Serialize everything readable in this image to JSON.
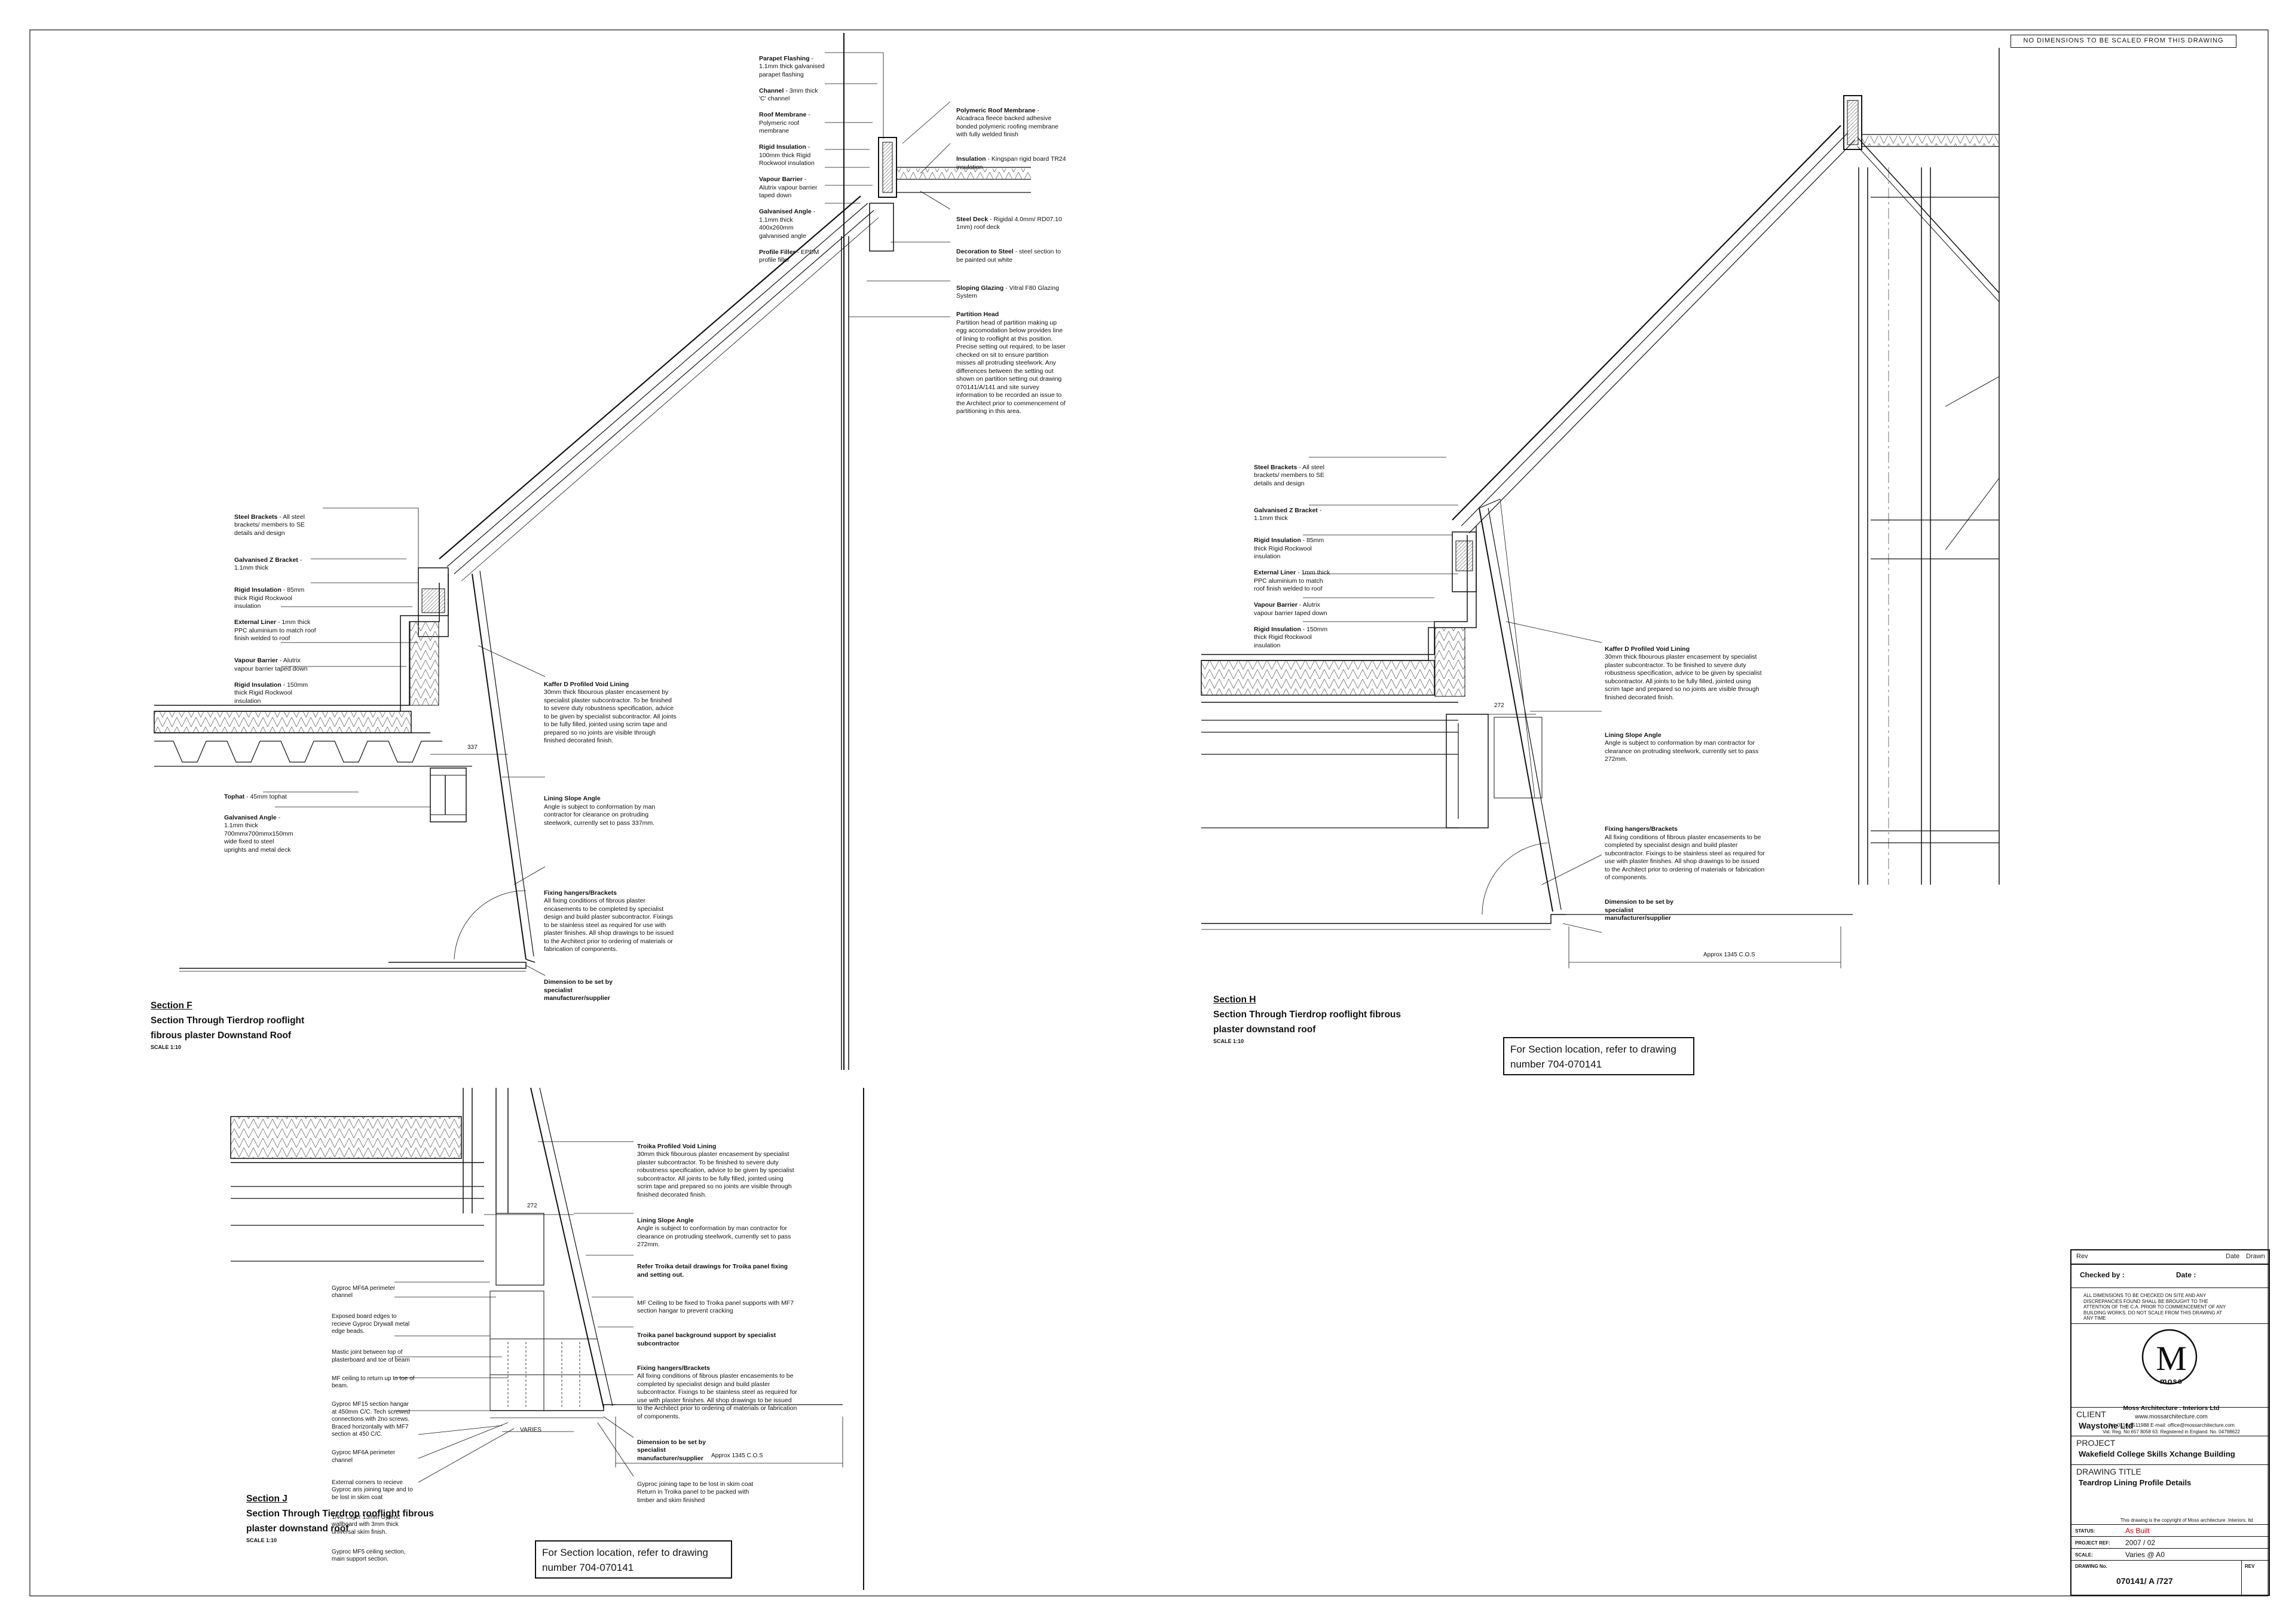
{
  "header": {
    "no_dimensions_note": "NO DIMENSIONS TO BE SCALED FROM THIS DRAWING"
  },
  "section_f": {
    "label": "Section F",
    "title_line1": "Section Through Tierdrop rooflight",
    "title_line2": "fibrous plaster Downstand Roof",
    "scale": "SCALE 1:10",
    "dimension_337": "337",
    "notes_top": [
      {
        "head": "Parapet Flashing",
        "text": " - 1.1mm thick galvanised parapet flashing"
      },
      {
        "head": "Channel",
        "text": " - 3mm thick 'C' channel"
      },
      {
        "head": "Roof Membrane",
        "text": " - Polymeric roof membrane"
      },
      {
        "head": "Rigid Insulation",
        "text": " - 100mm thick Rigid Rockwool insulation"
      },
      {
        "head": "Vapour Barrier",
        "text": " - Alutrix vapour barrier taped down"
      },
      {
        "head": "Galvanised Angle",
        "text": " - 1.1mm thick 400x260mm galvanised angle"
      },
      {
        "head": "Profile Filler",
        "text": " - EPDM profile filler"
      }
    ],
    "notes_right": [
      {
        "head": "Polymeric Roof Membrane",
        "text": " - Alcadraca fleece backed adhesive bonded polymeric roofing membrane with fully welded finish"
      },
      {
        "head": "Insulation",
        "text": " - Kingspan rigid board TR24 insulation"
      },
      {
        "head": "Steel Deck",
        "text": " - Rigidal 4.0mm/ RD07.10 1mm) roof deck"
      },
      {
        "head": "Decoration to Steel",
        "text": " - steel section to be painted out white"
      },
      {
        "head": "Sloping Glazing",
        "text": " - Vitral F80 Glazing System"
      },
      {
        "head": "Partition Head",
        "text": "Partition head of partition making up egg accomodation below provides line of lining to rooflight at this position. Precise setting out required, to be laser checked on sit to ensure partition misses all protruding steelwork. Any differences between the setting out shown on partition setting out drawing 070141/A/141 and site survey information to be recorded an issue to the Architect prior to commencement of partitioning in this area."
      }
    ],
    "notes_left": [
      {
        "head": "Steel Brackets",
        "text": " - All steel brackets/ members to SE details and design"
      },
      {
        "head": "Galvanised Z Bracket",
        "text": " - 1.1mm thick"
      },
      {
        "head": "Rigid Insulation",
        "text": " - 85mm thick Rigid Rockwool insulation"
      },
      {
        "head": "External Liner",
        "text": " - 1mm thick PPC aluminium to match roof finish welded to roof"
      },
      {
        "head": "Vapour Barrier",
        "text": " - Alutrix vapour barrier taped down"
      },
      {
        "head": "Rigid Insulation",
        "text": " - 150mm thick Rigid Rockwool insulation"
      }
    ],
    "notes_bottom_left": [
      {
        "head": "Tophat",
        "text": " - 45mm tophat"
      },
      {
        "head": "Galvanised Angle",
        "text": " - 1.1mm thick 700mmx700mmx150mm wide fixed to steel uprights and metal deck"
      }
    ],
    "notes_mid": [
      {
        "head": "Kaffer D Profiled Void Lining",
        "text": "30mm thick fibourous plaster encasement by specialist plaster subcontractor. To be finished to severe duty robustness specification, advice to be given by specialist subcontractor. All joints to be fully filled, jointed using scrim tape and prepared so no joints are visible through finished decorated finish."
      },
      {
        "head": "Lining Slope Angle",
        "text": "Angle is subject to conformation by man contractor for clearance on protruding steelwork, currently set to pass 337mm."
      },
      {
        "head": "Fixing hangers/Brackets",
        "text": "All fixing conditions of fibrous plaster encasements to be completed by specialist design and build plaster subcontractor. Fixings to be stainless steel as required for use with plaster finishes. All shop drawings to be issued to the Architect prior to ordering of materials or fabrication of components."
      },
      {
        "head": "Dimension to be set by specialist manufacturer/supplier",
        "text": ""
      }
    ]
  },
  "section_h": {
    "label": "Section H",
    "title_line1": "Section Through Tierdrop rooflight fibrous",
    "title_line2": "plaster downstand roof",
    "scale": "SCALE 1:10",
    "dimension_272": "272",
    "approx": "Approx 1345 C.O.S",
    "ref_line1": "For Section location, refer to drawing",
    "ref_line2": "number 704-070141",
    "notes_left": [
      {
        "head": "Steel Brackets",
        "text": " - All steel brackets/ members to SE details and design"
      },
      {
        "head": "Galvanised Z Bracket",
        "text": " - 1.1mm thick"
      },
      {
        "head": "Rigid Insulation",
        "text": " - 85mm thick Rigid Rockwool insulation"
      },
      {
        "head": "External Liner",
        "text": " - 1mm thick PPC aluminium to match roof finish welded to roof"
      },
      {
        "head": "Vapour Barrier",
        "text": " - Alutrix vapour barrier taped down"
      },
      {
        "head": "Rigid Insulation",
        "text": " - 150mm thick Rigid Rockwool insulation"
      }
    ],
    "notes_right": [
      {
        "head": "Kaffer D Profiled Void Lining",
        "text": "30mm thick fibourous plaster encasement by specialist plaster subcontractor. To be finished to severe duty robustness specification, advice to be given by specialist subcontractor. All joints to be fully filled, jointed using scrim tape and prepared so no joints are visible through finished decorated finish."
      },
      {
        "head": "Lining Slope Angle",
        "text": "Angle is subject to conformation by man contractor for clearance on protruding steelwork, currently set to pass 272mm."
      },
      {
        "head": "Fixing hangers/Brackets",
        "text": "All fixing conditions of fibrous plaster encasements to be completed by specialist design and build plaster subcontractor. Fixings to be stainless steel as required for use with plaster finishes. All shop drawings to be issued to the Architect prior to ordering of materials or fabrication of components."
      },
      {
        "head": "Dimension to be set by specialist manufacturer/supplier",
        "text": ""
      }
    ]
  },
  "section_j": {
    "label": "Section J",
    "title_line1": "Section Through Tierdrop rooflight fibrous",
    "title_line2": "plaster downstand roof",
    "scale": "SCALE 1:10",
    "dimension_272": "272",
    "varies": "VARIES",
    "approx": "Approx 1345 C.O.S",
    "ref_line1": "For Section location, refer to drawing",
    "ref_line2": "number 704-070141",
    "notes_left": [
      {
        "head": "",
        "text": "Gyproc MF6A perimeter channel"
      },
      {
        "head": "",
        "text": "Exposed board edges to recieve Gyproc Drywall metal edge beads."
      },
      {
        "head": "",
        "text": "Mastic joint between top of plasterboard and toe of beam"
      },
      {
        "head": "",
        "text": "MF ceiling to return up to toe of beam."
      },
      {
        "head": "",
        "text": "Gyproc MF15 section hangar at 450mm C/C. Tech screwed connections with 2no screws. Braced horizontally with MF7 section at 450 C/C."
      },
      {
        "head": "",
        "text": "Gyproc MF6A perimeter channel"
      },
      {
        "head": "",
        "text": "External corners to recieve Gyproc aris joining tape and to be lost in skim coat"
      },
      {
        "head": "",
        "text": "1No. Layer 13mm Gyproc wallboard with 3mm thick universal skim finish."
      },
      {
        "head": "",
        "text": "Gyproc MF5 ceiling section, main support section."
      }
    ],
    "notes_right": [
      {
        "head": "Troika Profiled Void Lining",
        "text": "30mm thick fibourous plaster encasement by specialist plaster subcontractor. To be finished to severe duty robustness specification, advice to be given by specialist subcontractor. All joints to be fully filled, jointed using scrim tape and prepared so no joints are visible through finished decorated finish."
      },
      {
        "head": "Lining Slope Angle",
        "text": "Angle is subject to conformation by man contractor for clearance on protruding steelwork, currently set to pass 272mm."
      },
      {
        "head": "Refer Troika detail drawings for Troika panel fixing and setting out.",
        "text": ""
      },
      {
        "head": "",
        "text": "MF Ceiling to be fixed to Troika panel supports with MF7 section hangar to prevent cracking"
      },
      {
        "head": "Troika panel background support by specialist subcontractor",
        "text": ""
      },
      {
        "head": "Fixing hangers/Brackets",
        "text": "All fixing conditions of fibrous plaster encasements to be completed by specialist design and build plaster subcontractor. Fixings to be stainless steel as required for use with plaster finishes. All shop drawings to be issued to the Architect prior to ordering of materials or fabrication of components."
      },
      {
        "head": "Dimension to be set by specialist manufacturer/supplier",
        "text": ""
      },
      {
        "head": "",
        "text": "Gyproc joining tape to be lost in skim coat Return in Troika panel to be packed with timber and skim finished"
      }
    ]
  },
  "title_block": {
    "rev": "Rev",
    "date": "Date",
    "drawn": "Drawn",
    "checked_by": "Checked by :",
    "date_label": "Date :",
    "warning": "ALL DIMENSIONS TO BE CHECKED ON SITE AND ANY DISCREPANCIES FOUND SHALL BE BROUGHT TO THE ATTENTION OF THE C.A. PRIOR TO COMMENCEMENT OF ANY BUILDING WORKS. DO NOT SCALE FROM THIS DRAWING AT ANY TIME",
    "logo_letter": "M",
    "logo_word": "moss",
    "firm": "Moss Architecture . Interiors Ltd",
    "web": "www.mossarchitecture.com",
    "contact": "Tel: 0114 2511988    E-mail: office@mossarchitecture.com",
    "reg": "Vat. Reg. No 657 8058 63. Registered in England. No. 04798622",
    "client_label": "CLIENT",
    "client": "Waystone Ltd",
    "project_label": "PROJECT",
    "project": "Wakefield College Skills Xchange Building",
    "drawing_title_label": "DRAWING TITLE",
    "drawing_title": "Teardrop Lining Profile Details",
    "copyright": "This drawing is the copyright of Moss architecture .Interiors. ltd",
    "status_label": "STATUS:",
    "status": "As Built",
    "project_ref_label": "PROJECT REF:",
    "project_ref": "2007 / 02",
    "scale_label": "SCALE:",
    "scale": "Varies @ A0",
    "drawing_no_label": "DRAWING No.",
    "drawing_no": "070141/ A /727",
    "rev_label": "REV"
  }
}
